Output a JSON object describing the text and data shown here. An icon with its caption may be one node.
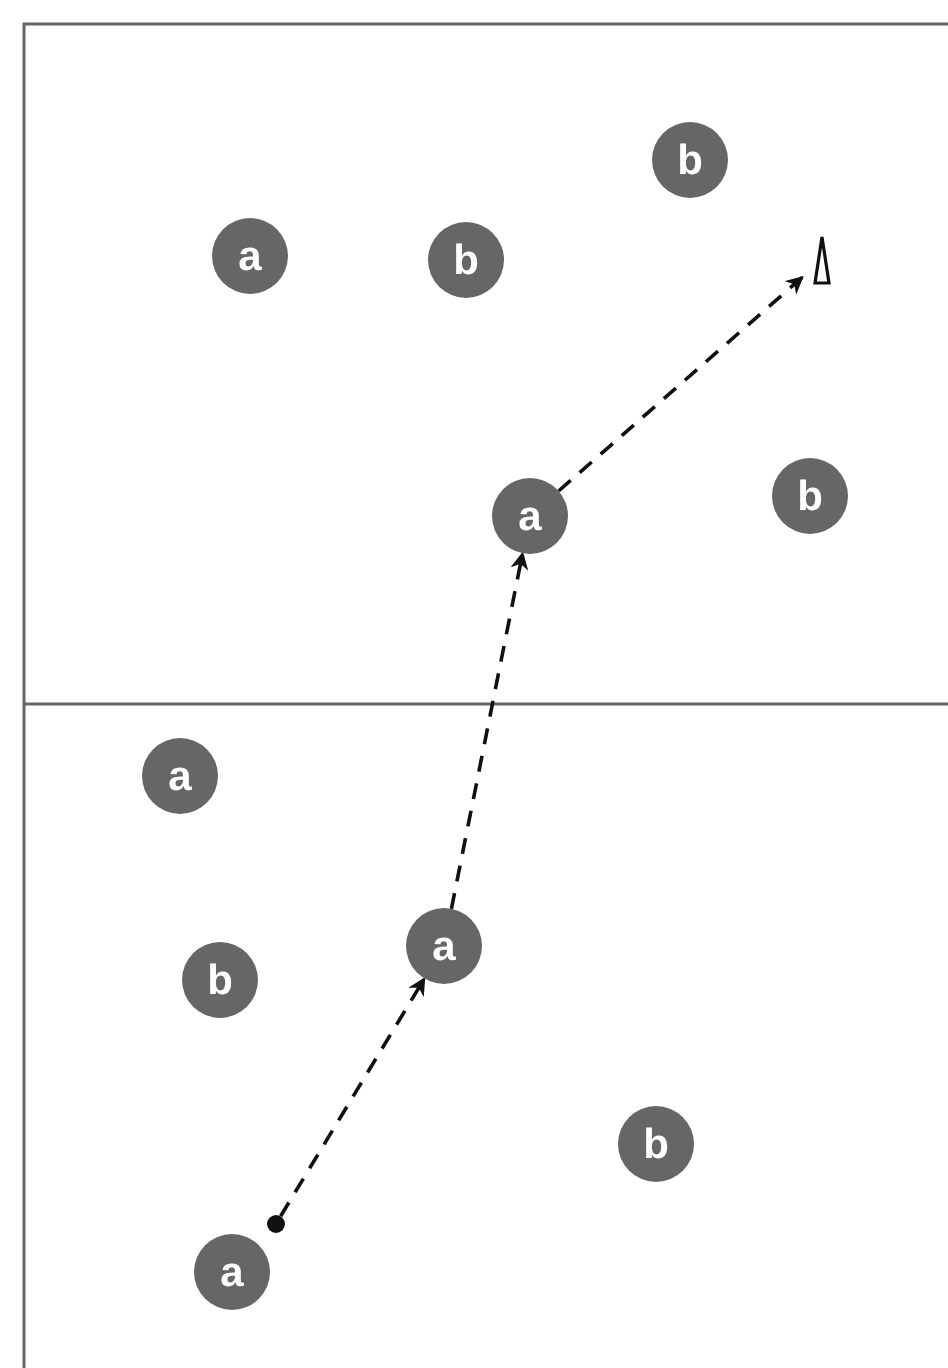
{
  "diagram": {
    "nodes": [
      {
        "text": [
          "b"
        ]
      },
      {
        "text": [
          "a"
        ]
      },
      {
        "text": [
          "b"
        ]
      },
      {
        "text": [],
        "shape": "triangle"
      },
      {
        "text": [
          "a"
        ]
      },
      {
        "text": [
          "b"
        ]
      },
      {
        "text": [
          "a"
        ]
      },
      {
        "text": [
          "a"
        ]
      },
      {
        "text": [
          "b"
        ]
      },
      {
        "text": [
          "b"
        ]
      },
      {
        "text": [],
        "shape": "dot"
      },
      {
        "text": [
          "a"
        ]
      }
    ],
    "edges": [
      {
        "from": 10,
        "to": 7,
        "arrow": "to",
        "style": "dashed"
      },
      {
        "from": 7,
        "to": 4,
        "arrow": "to",
        "style": "dashed"
      },
      {
        "from": 4,
        "to": 3,
        "arrow": "to",
        "style": "dashed"
      }
    ]
  }
}
